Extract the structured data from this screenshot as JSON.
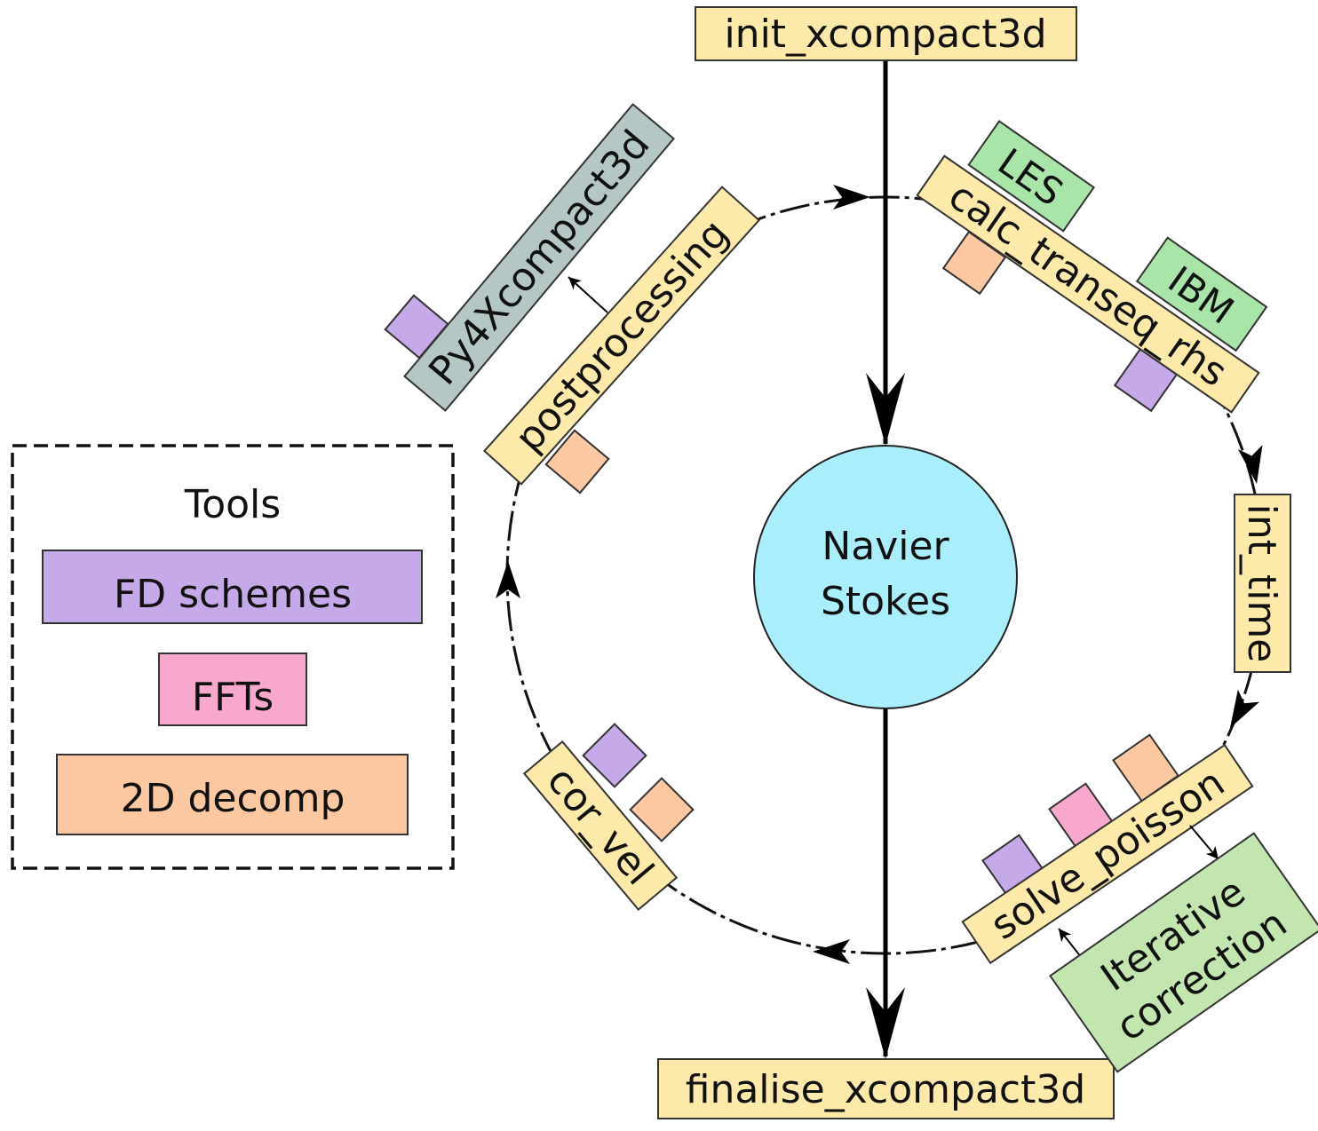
{
  "nodes": {
    "init": "init_xcompact3d",
    "finalise": "finalise_xcompact3d",
    "core_line1": "Navier",
    "core_line2": "Stokes",
    "calc_transeq_rhs": "calc_transeq_rhs",
    "les": "LES",
    "ibm": "IBM",
    "int_time": "int_time",
    "solve_poisson": "solve_poisson",
    "iterative_line1": "Iterative",
    "iterative_line2": "correction",
    "cor_vel": "cor_vel",
    "postprocessing": "postprocessing",
    "py4x": "Py4Xcompact3d"
  },
  "legend": {
    "title": "Tools",
    "items": [
      {
        "label": "FD schemes",
        "color": "#c6a9e8"
      },
      {
        "label": "FFTs",
        "color": "#f8a8cc"
      },
      {
        "label": "2D decomp",
        "color": "#fcc8a2"
      }
    ]
  },
  "colors": {
    "step": "#fde9a9",
    "extension": "#a9e4a9",
    "extension_alt": "#c3e6b0",
    "python": "#b5c7c5",
    "core": "#aaeefc"
  }
}
